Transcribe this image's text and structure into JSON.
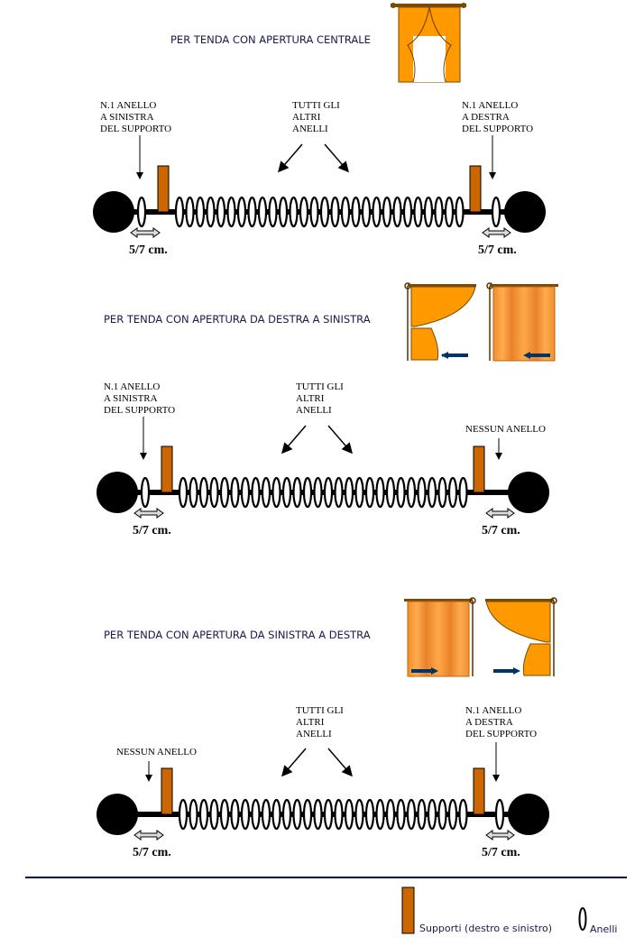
{
  "colors": {
    "support": "#cc6600",
    "curtain": "#ff9900",
    "curtain_dark": "#7a4a00",
    "rod": "#000000",
    "arrow_blue": "#003366",
    "rule": "#000033"
  },
  "sections": [
    {
      "title": "PER TENDA CON APERTURA CENTRALE",
      "left_label": [
        "N.1 ANELLO",
        "A SINISTRA",
        "DEL SUPPORTO"
      ],
      "middle_label": [
        "TUTTI GLI",
        "ALTRI",
        "ANELLI"
      ],
      "right_label": [
        "N.1 ANELLO",
        "A DESTRA",
        "DEL SUPPORTO"
      ],
      "left_measure": "5/7 cm.",
      "right_measure": "5/7 cm."
    },
    {
      "title": "PER TENDA CON APERTURA DA DESTRA A SINISTRA",
      "left_label": [
        "N.1 ANELLO",
        "A SINISTRA",
        "DEL SUPPORTO"
      ],
      "middle_label": [
        "TUTTI GLI",
        "ALTRI",
        "ANELLI"
      ],
      "right_label": [
        "NESSUN ANELLO"
      ],
      "left_measure": "5/7 cm.",
      "right_measure": "5/7 cm."
    },
    {
      "title": "PER TENDA CON APERTURA DA SINISTRA A DESTRA",
      "left_label": [
        "NESSUN ANELLO"
      ],
      "middle_label": [
        "TUTTI GLI",
        "ALTRI",
        "ANELLI"
      ],
      "right_label": [
        "N.1 ANELLO",
        "A DESTRA",
        "DEL SUPPORTO"
      ],
      "left_measure": "5/7 cm.",
      "right_measure": "5/7 cm."
    }
  ],
  "legend": {
    "supports": "Supporti (destro e sinistro)",
    "rings": "Anelli"
  }
}
